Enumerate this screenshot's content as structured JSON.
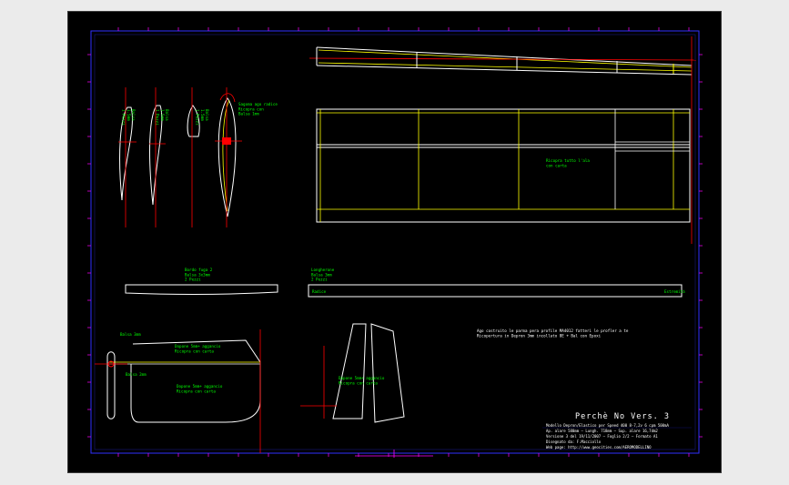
{
  "colors": {
    "viewport": "#000000",
    "frame": "#3030ff",
    "grid_marks": "#ff00ff",
    "geometry": "#ffffff",
    "construction": "#ff0000",
    "spar": "#ffff00",
    "annotation": "#00ff00"
  },
  "labels": {
    "rib_note": "Sagoma ago radice\nRicopra con\nBalsa 1mm",
    "rib_a": "Balsa\n1.5mm\n1 Pezzi",
    "rib_b": "Balsa\n1.5mm\n1 Pezzi",
    "rib_c": "Balsa\n1.5mm\n1 Pezzi",
    "wing_cover": "Ricopra tutto l'ala\ncon carta",
    "stab_title": "Bordo fuga 2\nBalsa 3x3mm\n2 Pezzi",
    "leading_edge": "Longherone\nBalsa 3mm\n2 Pezzi",
    "strip_left": "Radice",
    "strip_right": "Estremità",
    "fin_top": "Balsa 3mm",
    "fin_mid": "Balsa 2mm",
    "fuse_top": "Dopone 5mm+ aggancio\nRicopra con carta",
    "fuse_body": "Dopone 5mm+ aggancio\nRicopra con carta",
    "rudder": "Dopone 5mm+ aggancio\nRicopra con carta",
    "note": "Ago costruito le parma pera profile MA4012 fatteri le profler a te\nRicopertura in Depron 3mm incollato 8E + Bal con Epoxi",
    "tb_title": "Perchè No  Vers. 3",
    "tb_line1": "Modello Depron/Elastico per Speed 400 8-7,2v 6 cpm 500mA",
    "tb_line2": "Ap. alare 580mm — Lungh. 718mm — Sup. alare 16,7dm2",
    "tb_line3": "Versione 3 del 19/11/2007 — Foglio 2/2 — Formato A1",
    "tb_line4": "Disegnato da: F.Macciollo",
    "tb_line5": "Web page: http://www.geocities.com/AEROMODELLINO"
  },
  "icons": {
    "ucs": "crosshair-icon"
  }
}
